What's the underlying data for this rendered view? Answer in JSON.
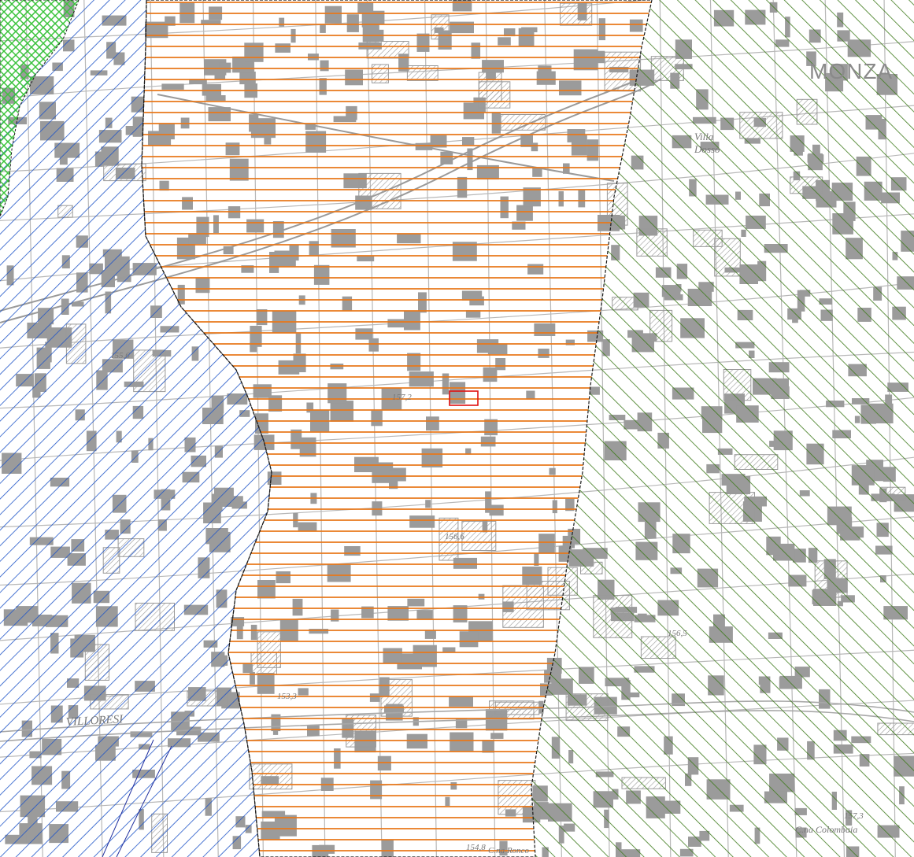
{
  "map": {
    "place_labels": {
      "monza": "MONZA",
      "villa_dosso": "Villa\nDosso",
      "villoresi": "VILLORESI",
      "cna_colombaia": "C.na Colombaia",
      "cna_ronco": "C.na Ronco"
    },
    "elevation_labels": [
      "157,2",
      "153,3",
      "156,6",
      "154,8",
      "157,3",
      "156,5",
      "155,6"
    ],
    "zones": [
      {
        "id": "green-cross",
        "hatch": "cross",
        "color": "#3cc43c"
      },
      {
        "id": "blue",
        "hatch": "diagonal-down",
        "color": "#1f55c8"
      },
      {
        "id": "orange",
        "hatch": "horizontal",
        "color": "#e8781a"
      },
      {
        "id": "dark-green",
        "hatch": "diagonal-up",
        "color": "#3d7a1a"
      }
    ],
    "highlight": {
      "color": "#e01010"
    }
  }
}
